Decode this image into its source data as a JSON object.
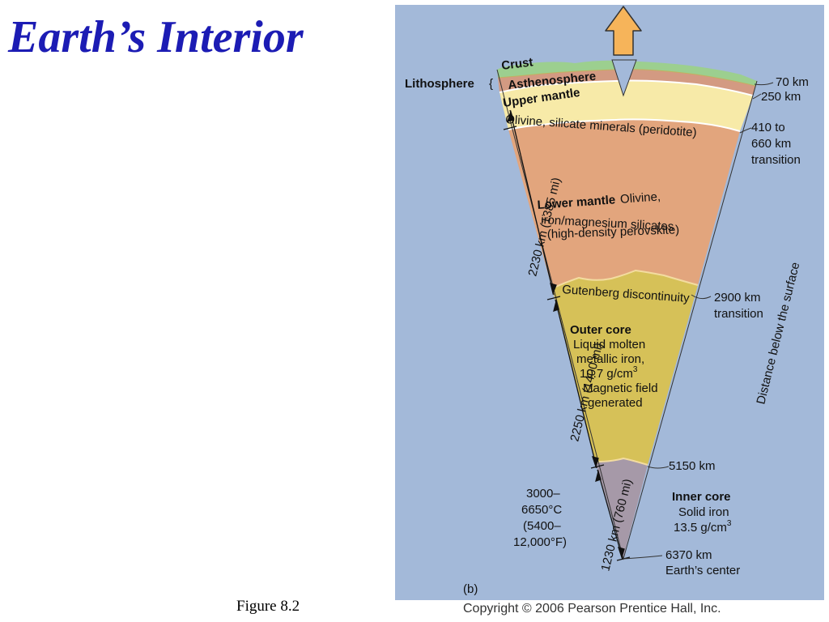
{
  "title": "Earth’s Interior",
  "figure_label": "Figure 8.2",
  "copyright": "Copyright © 2006 Pearson Prentice Hall, Inc.",
  "panel_label": "(b)",
  "colors": {
    "title": "#1c1cb4",
    "panel_bg": "#a3b9d9",
    "crust": "#9ccf8f",
    "asthenosphere": "#d39a82",
    "upper_mantle": "#f7eaa8",
    "lower_mantle": "#e2a57d",
    "outer_core": "#d6c158",
    "inner_core": "#a699a8",
    "arrow": "#f6b45a"
  },
  "layers": {
    "crust": "Crust",
    "lithosphere": "Lithosphere",
    "asthenosphere": "Asthenosphere",
    "upper_mantle": {
      "name": "Upper mantle",
      "desc": "Olivine, silicate minerals (peridotite)"
    },
    "lower_mantle": {
      "name": "Lower mantle",
      "desc1": "Olivine,",
      "desc2": "iron/magnesium silicates",
      "desc3": "(high-density perovskite)"
    },
    "gutenberg": "Gutenberg discontinuity",
    "outer_core": {
      "name": "Outer core",
      "desc1": "Liquid molten",
      "desc2": "metallic iron,",
      "desc3": "10.7 g/cm",
      "desc3_sup": "3",
      "desc4": "Magnetic field",
      "desc5": "generated"
    },
    "inner_core": {
      "name": "Inner core",
      "desc1": "Solid iron",
      "desc2": "13.5 g/cm",
      "desc2_sup": "3"
    }
  },
  "depths": {
    "d70": "70 km",
    "d250": "250 km",
    "d410_1": "410 to",
    "d410_2": "660 km",
    "d410_3": "transition",
    "d2900_1": "2900 km",
    "d2900_2": "transition",
    "d5150": "5150 km",
    "d6370_1": "6370 km",
    "d6370_2": "Earth’s center"
  },
  "thickness": {
    "mantle": "2230 km (1385 mi)",
    "outer_core": "2250 km (1400 mi)",
    "inner_core": "1230 km (760 mi)"
  },
  "temperature": [
    "3000–",
    "6650°C",
    "(5400–",
    "12,000°F)"
  ],
  "axis_label": "Distance below the surface"
}
